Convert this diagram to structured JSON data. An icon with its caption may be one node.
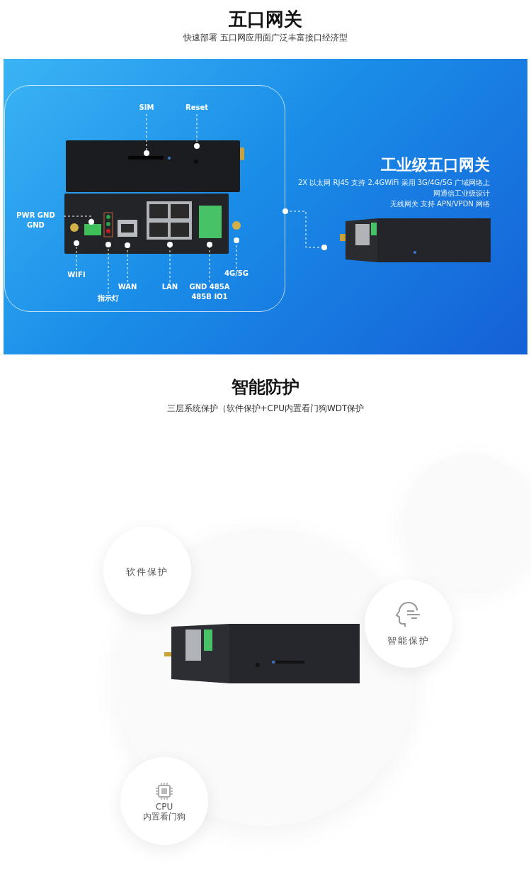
{
  "diagram": {
    "title": "五口网关",
    "nodes": [
      {
        "text": [],
        "shape": "box"
      },
      {
        "text": [],
        "shape": "picture",
        "in": 0
      },
      {
        "text": [
          "SIM"
        ],
        "in": 0
      },
      {
        "text": [
          "Reset"
        ],
        "in": 0
      },
      {
        "text": [
          "PWR GND GND"
        ],
        "in": 0
      },
      {
        "text": [
          "WIFI"
        ],
        "in": 0
      },
      {
        "text": [
          "指示灯"
        ],
        "in": 0
      },
      {
        "text": [
          "WAN"
        ],
        "in": 0
      },
      {
        "text": [
          "LAN"
        ],
        "in": 0
      },
      {
        "text": [
          "GND 485A 485B IO1"
        ],
        "in": 0
      },
      {
        "text": [
          "4G/5G"
        ],
        "in": 0
      },
      {
        "text": [],
        "shape": "picture"
      },
      {
        "text": [
          "软件保护"
        ]
      },
      {
        "text": [
          "智能保护"
        ]
      },
      {
        "text": [
          "CPU",
          "内置看门狗"
        ]
      }
    ],
    "edges": [
      {
        "from": 2,
        "to": 1,
        "arrow": "other",
        "style": "dashed"
      },
      {
        "from": 3,
        "to": 1,
        "arrow": "other",
        "style": "dashed"
      },
      {
        "from": 4,
        "to": 1,
        "arrow": "other",
        "style": "dashed"
      },
      {
        "from": 5,
        "to": 1,
        "arrow": "other",
        "style": "dashed"
      },
      {
        "from": 6,
        "to": 1,
        "arrow": "other",
        "style": "dashed"
      },
      {
        "from": 7,
        "to": 1,
        "arrow": "other",
        "style": "dashed"
      },
      {
        "from": 8,
        "to": 1,
        "arrow": "other",
        "style": "dashed"
      },
      {
        "from": 9,
        "to": 1,
        "arrow": "other",
        "style": "dashed"
      },
      {
        "from": 10,
        "to": 1,
        "arrow": "other",
        "style": "dashed"
      },
      {
        "from": 0,
        "to": 11,
        "arrow": "other",
        "style": "dashed"
      }
    ],
    "labels": [
      "快速部署 五口网应用面广泛丰富接口经济型",
      "工业级五口网关",
      "2X 以太网 RJ45 支持 2.4GWiFi 采用 3G/4G/5G 广域网络上网通信工业级设计",
      "无线网关 支持 APN/VPDN 网络",
      "智能防护",
      "三层系统保护（软件保护+CPU内置看门狗WDT保护"
    ]
  }
}
